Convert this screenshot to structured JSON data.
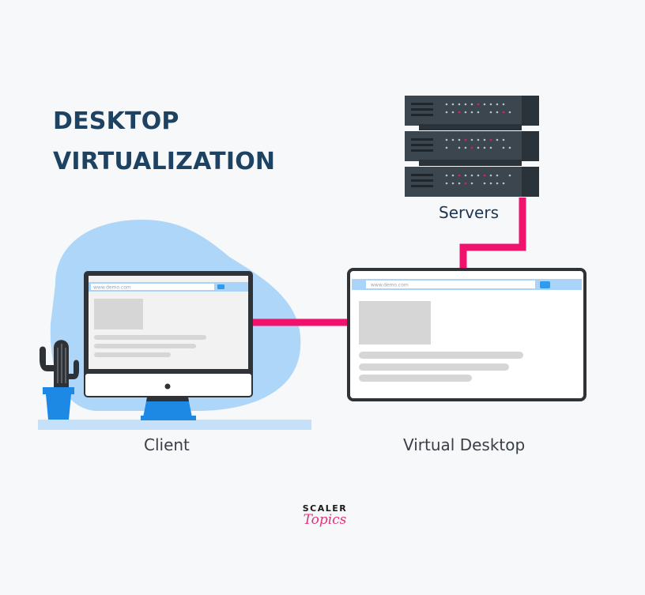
{
  "title": {
    "line1": "DESKTOP",
    "line2": "VIRTUALIZATION"
  },
  "labels": {
    "servers": "Servers",
    "client": "Client",
    "virtual_desktop": "Virtual Desktop"
  },
  "screens": {
    "client_url": "www.demo.com",
    "virtual_url": "www.demo.com"
  },
  "logo": {
    "line1": "SCALER",
    "line2": "Topics"
  },
  "colors": {
    "title": "#1E4262",
    "connector": "#F0136E",
    "server": "#3C464F",
    "blob": "#A9D4F7",
    "accent_blue": "#1E88E5"
  }
}
